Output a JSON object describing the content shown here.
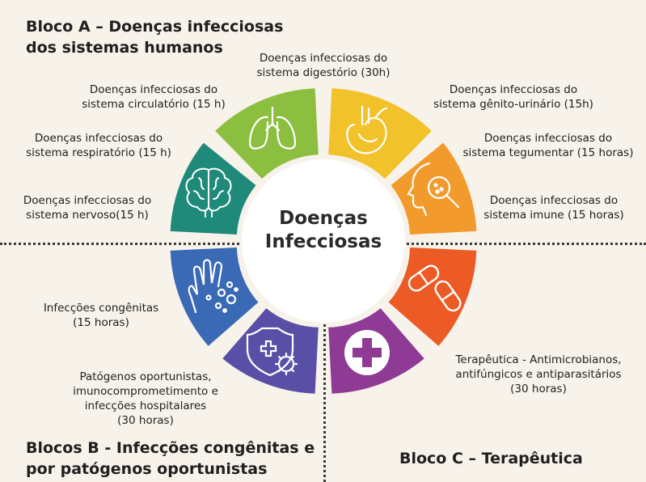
{
  "blocks": {
    "a": [
      "Bloco A – Doenças infecciosas",
      "dos sistemas humanos"
    ],
    "b": [
      "Blocos B - Infecções congênitas e",
      "por patógenos oportunistas"
    ],
    "c": "Bloco C – Terapêutica"
  },
  "center": [
    "Doenças",
    "Infecciosas"
  ],
  "items": {
    "digestorio": [
      "Doenças infecciosas do",
      "sistema digestório (30h)"
    ],
    "circulatorio": [
      "Doenças infecciosas do",
      "sistema circulatório (15 h)"
    ],
    "respiratorio": [
      "Doenças infecciosas do",
      "sistema respiratório (15 h)"
    ],
    "nervoso": [
      "Doenças infecciosas do",
      "sistema nervoso(15 h)"
    ],
    "genito": [
      "Doenças infecciosas do",
      "sistema gênito-urinário (15h)"
    ],
    "tegumentar": [
      "Doenças infecciosas do",
      "sistema tegumentar (15 horas)"
    ],
    "imune": [
      "Doenças infecciosas do",
      "sistema imune (15 horas)"
    ],
    "congenitas": [
      "Infecções congênitas",
      "(15 horas)"
    ],
    "oportunistas": [
      "Patógenos oportunistas,",
      "imunocomprometimento e",
      "infecções hospitalares",
      "(30 horas)"
    ],
    "terapeutica": [
      "Terapêutica - Antimicrobianos,",
      "antifúngicos e antiparasitários",
      "(30 horas)"
    ]
  },
  "segment_colors": {
    "green": "#8cbf3f",
    "yellow": "#f2c22a",
    "orange_light": "#f39a2c",
    "orange": "#f5862a",
    "red_orange": "#ec5a26",
    "magenta": "#8f3b96",
    "purple": "#5a4fa6",
    "blue": "#3a6ab5",
    "teal": "#1f8a7a"
  },
  "icons": [
    "lungs-icon",
    "heart-icon",
    "face-magnifier-icon",
    "pills-icon",
    "medical-cross-icon",
    "shield-virus-icon",
    "hand-germs-icon",
    "brain-icon"
  ]
}
